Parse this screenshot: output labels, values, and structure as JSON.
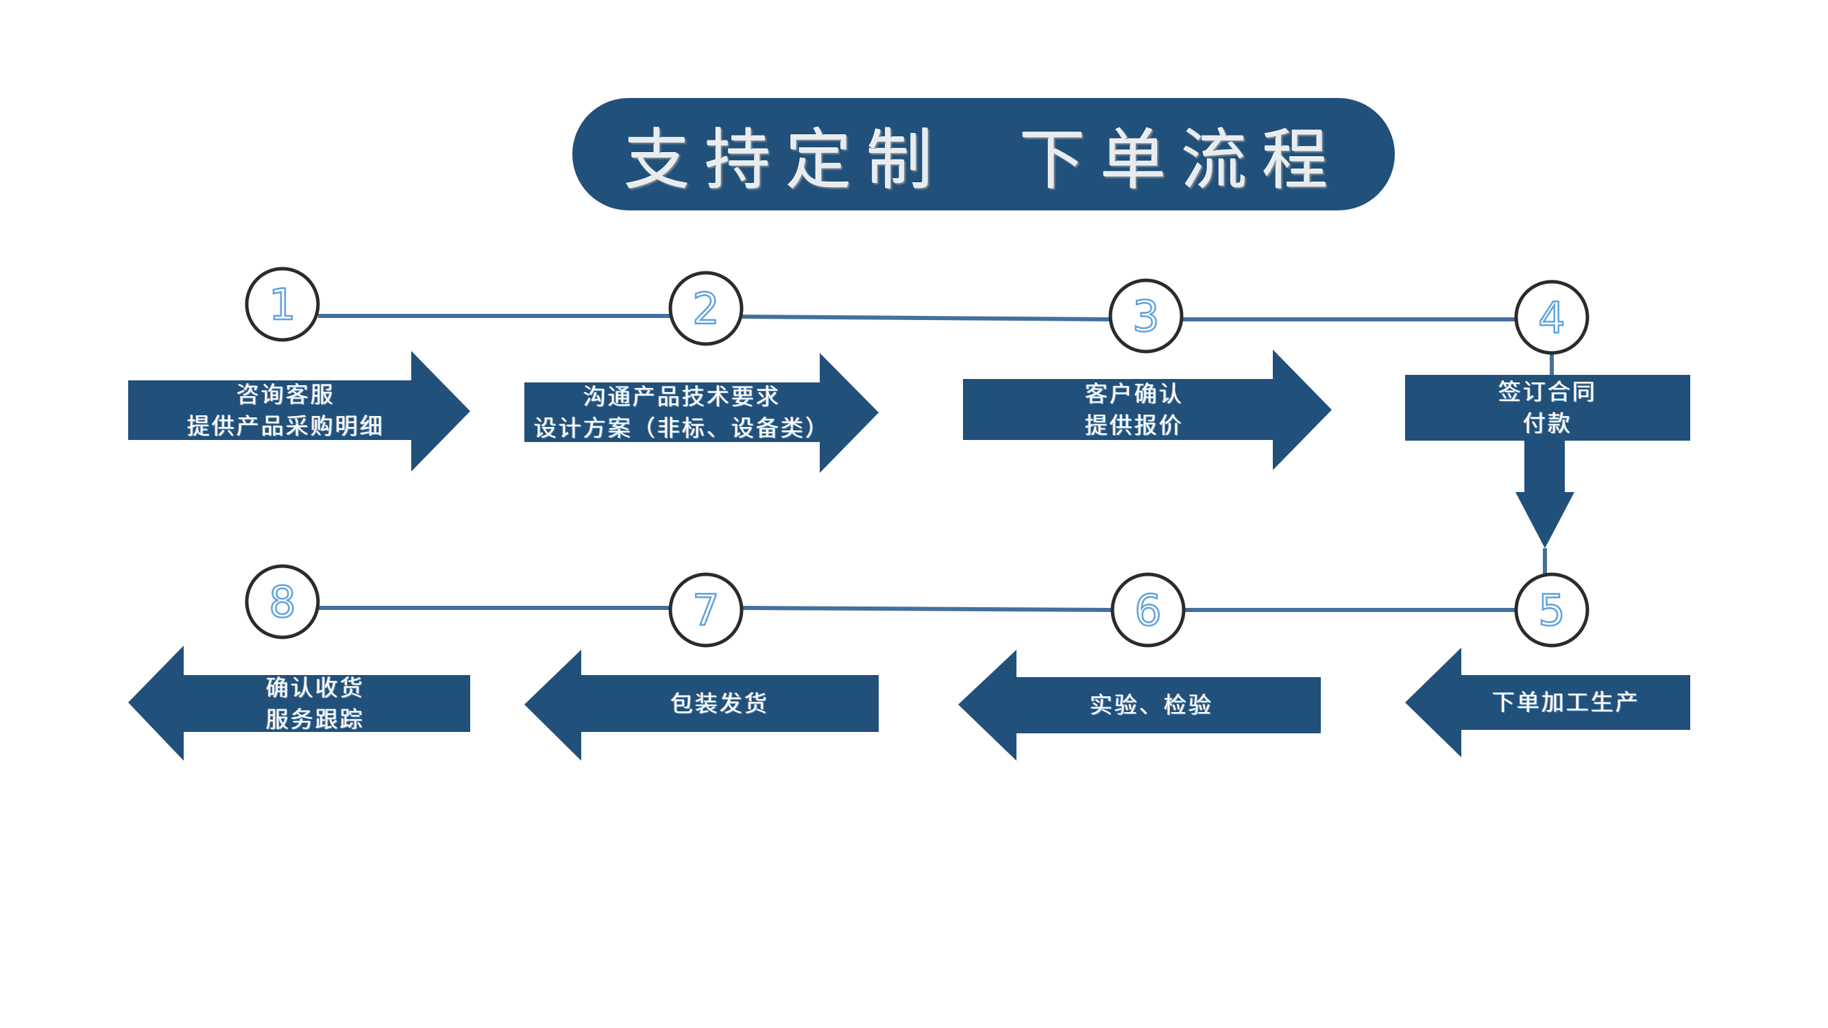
{
  "title": "支持定制  下单流程",
  "colors": {
    "primary": "#21507a",
    "connector": "#44709c",
    "circle_stroke": "#2b2b2b",
    "number": "#5ea2dc",
    "background": "#ffffff"
  },
  "steps": [
    {
      "number": "1",
      "lines": [
        "咨询客服",
        "提供产品采购明细"
      ],
      "direction": "right"
    },
    {
      "number": "2",
      "lines": [
        "沟通产品技术要求",
        "设计方案（非标、设备类）"
      ],
      "direction": "right"
    },
    {
      "number": "3",
      "lines": [
        "客户确认",
        "提供报价"
      ],
      "direction": "right"
    },
    {
      "number": "4",
      "lines": [
        "签订合同",
        "付款"
      ],
      "direction": "down"
    },
    {
      "number": "5",
      "lines": [
        "下单加工生产"
      ],
      "direction": "left"
    },
    {
      "number": "6",
      "lines": [
        "实验、检验"
      ],
      "direction": "left"
    },
    {
      "number": "7",
      "lines": [
        "包装发货"
      ],
      "direction": "left"
    },
    {
      "number": "8",
      "lines": [
        "确认收货",
        "服务跟踪"
      ],
      "direction": "left"
    }
  ]
}
